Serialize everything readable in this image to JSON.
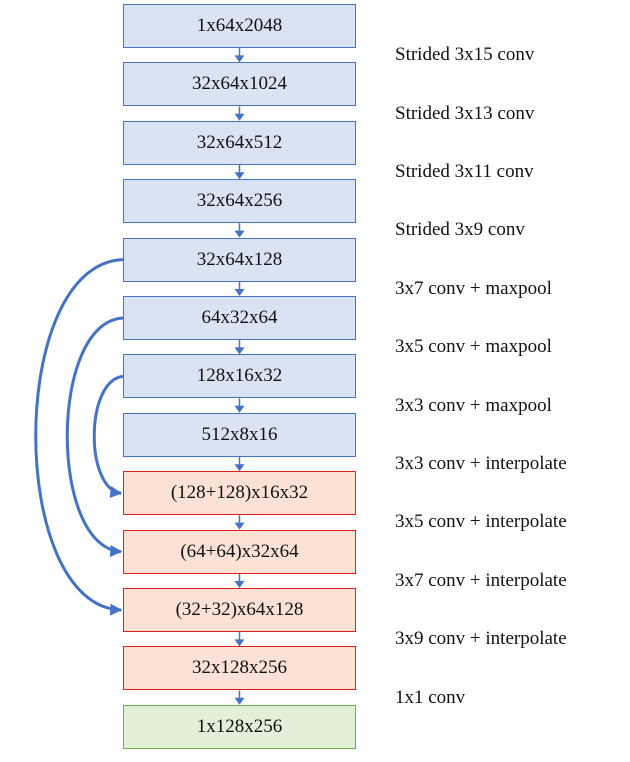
{
  "diagram": {
    "colors": {
      "encoder_fill": "#dae3f3",
      "encoder_border": "#4472c4",
      "decoder_fill": "#fbe2d5",
      "decoder_border": "#e0201c",
      "output_fill": "#e2efd9",
      "output_border": "#70ad47",
      "arrow": "#4472c4"
    },
    "blocks": [
      {
        "label": "1x64x2048",
        "kind": "enc"
      },
      {
        "label": "32x64x1024",
        "kind": "enc"
      },
      {
        "label": "32x64x512",
        "kind": "enc"
      },
      {
        "label": "32x64x256",
        "kind": "enc"
      },
      {
        "label": "32x64x128",
        "kind": "enc"
      },
      {
        "label": "64x32x64",
        "kind": "enc"
      },
      {
        "label": "128x16x32",
        "kind": "enc"
      },
      {
        "label": "512x8x16",
        "kind": "enc"
      },
      {
        "label": "(128+128)x16x32",
        "kind": "dec"
      },
      {
        "label": "(64+64)x32x64",
        "kind": "dec"
      },
      {
        "label": "(32+32)x64x128",
        "kind": "dec"
      },
      {
        "label": "32x128x256",
        "kind": "dec"
      },
      {
        "label": "1x128x256",
        "kind": "out"
      }
    ],
    "operations": [
      "Strided 3x15 conv",
      "Strided 3x13 conv",
      "Strided 3x11 conv",
      "Strided 3x9 conv",
      "3x7 conv + maxpool",
      "3x5 conv + maxpool",
      "3x3 conv + maxpool",
      "3x3 conv + interpolate",
      "3x5 conv + interpolate",
      "3x7 conv + interpolate",
      "3x9 conv + interpolate",
      "1x1 conv"
    ],
    "skip_connections": [
      {
        "from": "32x64x128",
        "to": "(32+32)x64x128"
      },
      {
        "from": "64x32x64",
        "to": "(64+64)x32x64"
      },
      {
        "from": "128x16x32",
        "to": "(128+128)x16x32"
      }
    ]
  }
}
